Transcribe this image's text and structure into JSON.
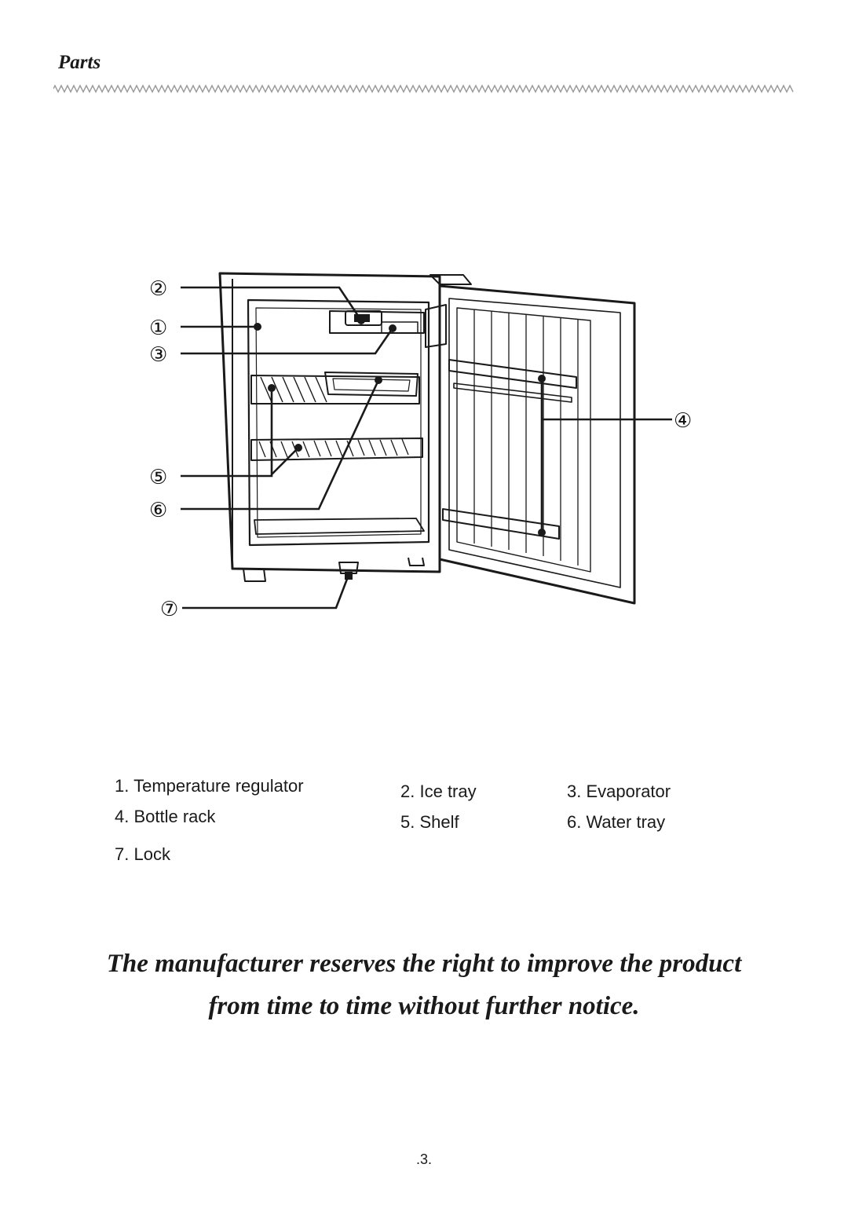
{
  "section": {
    "title": "Parts"
  },
  "diagram": {
    "callouts": [
      "②",
      "①",
      "③",
      "④",
      "⑤",
      "⑥",
      "⑦"
    ]
  },
  "legend": [
    {
      "number": "1.",
      "label": "Temperature regulator"
    },
    {
      "number": "2.",
      "label": "Ice tray"
    },
    {
      "number": "3.",
      "label": "Evaporator"
    },
    {
      "number": "4.",
      "label": "Bottle rack"
    },
    {
      "number": "5.",
      "label": "Shelf"
    },
    {
      "number": "6.",
      "label": "Water tray"
    },
    {
      "number": "7.",
      "label": "Lock"
    }
  ],
  "notice": "The manufacturer reserves the right to improve the product from time to time without further notice.",
  "page_number": ".3."
}
